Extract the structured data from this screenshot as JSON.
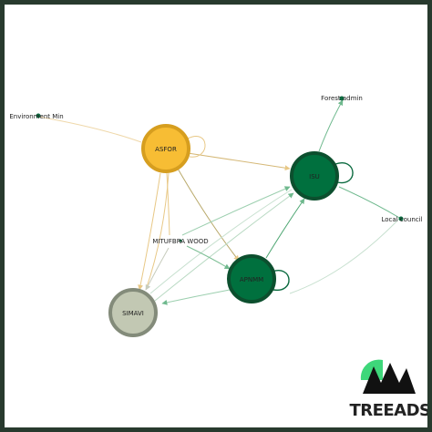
{
  "colors": {
    "frame": "#283a2e",
    "yellow": "#f7bd34",
    "yellow_ring": "#d69e1f",
    "green": "#00703e",
    "green_ring": "#0c4f2e",
    "gray": "#c2c8b3",
    "gray_ring": "#838b7a",
    "edge_green": "#6fb98e",
    "edge_yellow": "#e8c886",
    "edge_gray": "#c7ccbd",
    "logo_green": "#3ed77a"
  },
  "nodes": {
    "asfor": "ASFOR",
    "isu": "ISU",
    "apnmm": "APNMM",
    "simavi": "SIMAVI",
    "mitufbra": "MITUFBRA WOOD",
    "env_min": "Environment Min",
    "forest_admin": "Forest admin",
    "local_council": "Local council"
  },
  "logo": {
    "text": "TREEADS",
    "icon": "mountain-sun-icon"
  }
}
